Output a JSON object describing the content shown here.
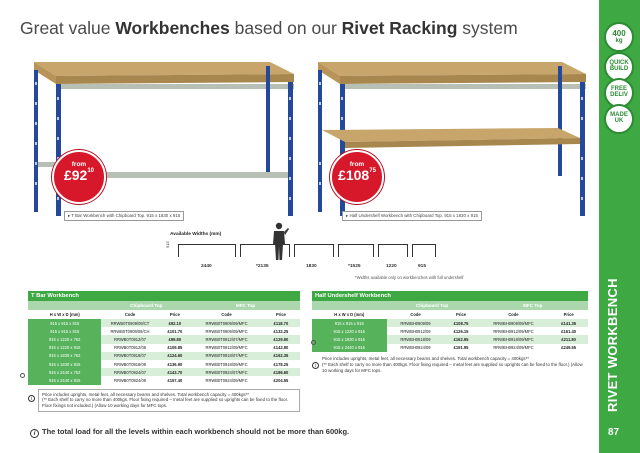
{
  "title": {
    "pre": "Great value ",
    "b1": "Workbenches",
    "mid": " based on our ",
    "b2": "Rivet Racking",
    "post": " system"
  },
  "rail": {
    "badges": [
      {
        "line1": "400",
        "line2": "kg"
      },
      {
        "line1": "QUICK",
        "line2": "BUILD"
      },
      {
        "line1": "FREE",
        "line2": "DELIV"
      },
      {
        "line1": "MADE",
        "line2": "UK"
      }
    ],
    "label": "RIVET WORKBENCH",
    "page": "87"
  },
  "bench_left": {
    "from": "from",
    "price_main": "£92",
    "price_pence": "10",
    "caption": "T Bar Workbench with Chipboard Top. 915 x 1830 x 915"
  },
  "bench_right": {
    "from": "from",
    "price_main": "£108",
    "price_pence": "75",
    "caption": "Half Undershelf Workbench with Chipboard Top. 915 x 1830 x 915"
  },
  "widths": {
    "title": "Available Widths (mm)",
    "height_label": "915",
    "labels": [
      "2440",
      "*2135",
      "1830",
      "*1525",
      "1220",
      "915"
    ],
    "note": "*Widths available only on workbenches with full undershelf"
  },
  "colors": {
    "green": "#3ea843",
    "green_light": "#d9eed8",
    "red": "#d6182a",
    "frame_blue": "#24489a",
    "top_wood": "#c8a56a"
  },
  "tbar": {
    "heading": "T Bar Workbench",
    "groups": [
      "Chipboard Top",
      "MFC Top"
    ],
    "columns": [
      "H x W x D (mm)",
      "Code",
      "Price",
      "Code",
      "Price"
    ],
    "rows": [
      [
        "915 x 915 x 915",
        "RRWB0T0909/09/CT",
        "£92.10",
        "RRWB0T0909/09/MFC",
        "£118.70"
      ],
      [
        "915 x 915 x 915",
        "RRWB0T0909/09/CH",
        "£101.70",
        "RRWB0T0909/09/MFC",
        "£132.25"
      ],
      [
        "915 x 1220 x 762",
        "RRWB0T0912/07",
        "£99.80",
        "RRWB0T0912/07/MFC",
        "£129.80"
      ],
      [
        "915 x 1220 x 915",
        "RRWB0T0912/09",
        "£109.85",
        "RRWB0T0912/09/MFC",
        "£142.80"
      ],
      [
        "915 x 1830 x 762",
        "RRWB0T0918/07",
        "£124.60",
        "RRWB0T0918/07/MFC",
        "£162.35"
      ],
      [
        "915 x 1830 x 915",
        "RRWB0T0918/09",
        "£136.90",
        "RRWB0T0918/09/MFC",
        "£178.25"
      ],
      [
        "915 x 2440 x 762",
        "RRWB0T0924/07",
        "£143.70",
        "RRWB0T0924/07/MFC",
        "£186.60"
      ],
      [
        "915 x 2440 x 915",
        "RRWB0T0924/09",
        "£157.40",
        "RRWB0T0924/09/MFC",
        "£204.55"
      ]
    ],
    "note1": "Price includes uprights, metal feet, all necessary beams and shelves. Total workbench capacity = 400kgs**",
    "note2": "(** Each shelf to carry no more than 400kgs. Floor fixing required – metal feet are supplied so uprights can be fixed to the floor. Floor fixings not included.) (Allow 10 working days for MFC tops."
  },
  "half": {
    "heading": "Half Undershelf Workbench",
    "groups": [
      "Chipboard Top",
      "MFC Top"
    ],
    "columns": [
      "H x W x D (mm)",
      "Code",
      "Price",
      "Code",
      "Price"
    ],
    "rows": [
      [
        "915 x 915 x 915",
        "RRWBH0909/09",
        "£108.75",
        "RRWBH0909/09/MFC",
        "£141.35"
      ],
      [
        "915 x 1220 x 915",
        "RRWBH0912/09",
        "£126.15",
        "RRWBH0912/09/MFC",
        "£161.40"
      ],
      [
        "915 x 1830 x 915",
        "RRWBH0918/09",
        "£162.95",
        "RRWBH0918/09/MFC",
        "£211.80"
      ],
      [
        "915 x 2440 x 915",
        "RRWBH0924/09",
        "£191.95",
        "RRWBH0924/09/MFC",
        "£249.55"
      ]
    ],
    "note1": "Price includes uprights, metal feet, all necessary beams and shelves. Total workbench capacity = 400kgs**",
    "note2": "(** Each shelf to carry no more than 400kgs. Floor fixing required – metal feet are supplied so uprights can be fixed to the floor.) (Allow 10 working days for MFC tops."
  },
  "bottom_note": "The total load for all the levels within each workbench should not be more than 600kg."
}
